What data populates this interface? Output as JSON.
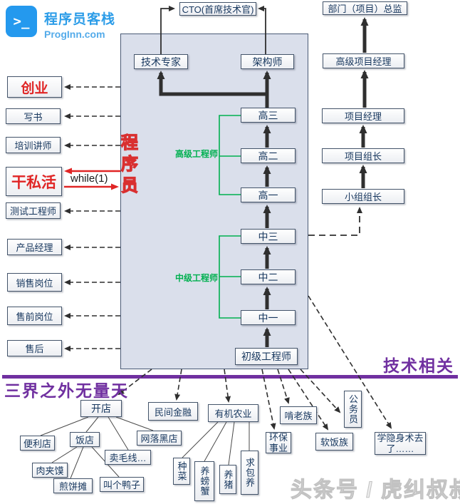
{
  "logo": {
    "prompt_icon": ">_",
    "title": "程序员客栈",
    "subtitle": "ProgInn.com"
  },
  "top_track": {
    "cto": "CTO(首席技术官)",
    "tech_expert": "技术专家",
    "architect": "架构师"
  },
  "management_track": {
    "director": "部门（项目）总监",
    "senior_pm": "高级项目经理",
    "pm": "项目经理",
    "project_lead": "项目组长",
    "team_lead": "小组组长"
  },
  "engineer_track": {
    "levels": [
      "高三",
      "高二",
      "高一",
      "中三",
      "中二",
      "中一"
    ],
    "junior": "初级工程师",
    "senior_group_label": "高级工程师",
    "mid_group_label": "中级工程师",
    "programmer_label": "程序员",
    "loop_label": "while(1)"
  },
  "left_exits": [
    "创业",
    "写书",
    "培训讲师",
    "干私活",
    "测试工程师",
    "产品经理",
    "销售岗位",
    "售前岗位",
    "售后"
  ],
  "divider": {
    "tech_side_label": "技术相关",
    "beyond_side_label": "三界之外无量天"
  },
  "beyond_nodes": {
    "open_shop": "开店",
    "convenience_store": "便利店",
    "restaurant": "饭店",
    "roujiamo": "肉夹馍",
    "pancake_stand": "煎饼摊",
    "call_a_duck": "叫个鸭子",
    "sell_yarn": "卖毛线…",
    "online_shady_shop": "网落黑店",
    "private_finance": "民间金融",
    "organic_farming": "有机农业",
    "grow_vegetables": "种菜",
    "raise_crabs": "养螃蟹",
    "raise_pigs": "养猪",
    "seek_sugar": "求包养",
    "live_off_parents": "啃老族",
    "environmental_cause": "环保事业",
    "kept_man": "软饭族",
    "civil_servant": "公务员",
    "invisibility": "学隐身术去了……"
  },
  "watermark": "头条号 / 虎纠叔叔",
  "colors": {
    "accent_purple": "#7030a0",
    "accent_green": "#00b050",
    "accent_red": "#d93030",
    "brand_blue": "#2499ee",
    "panel_fill": "#dadfeb"
  }
}
